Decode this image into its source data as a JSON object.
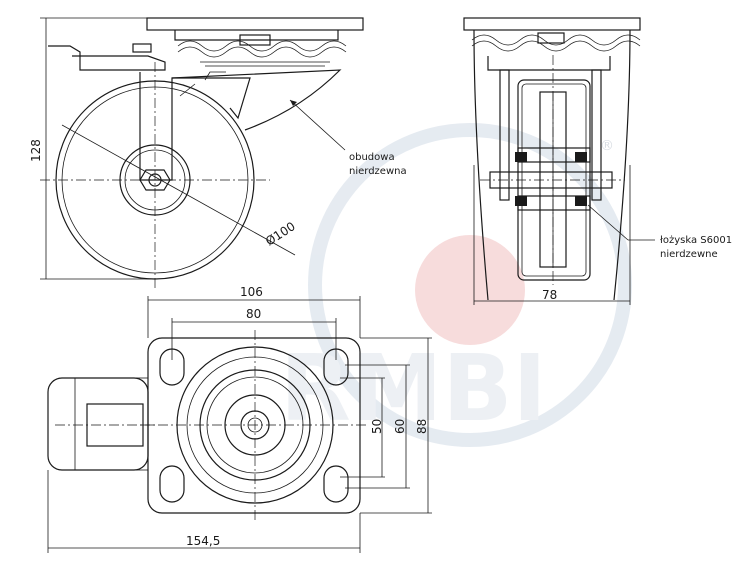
{
  "dimensions": {
    "height": "128",
    "wheel_diameter": "Ø100",
    "width_side": "78",
    "plate_width": "106",
    "hole_spacing_x": "80",
    "hole_spacing_y": "50",
    "inner_y": "60",
    "plate_height": "88",
    "total_length": "154,5"
  },
  "callouts": {
    "housing_line1": "obudowa",
    "housing_line2": "nierdzewna",
    "bearings_line1": "łożyska S6001",
    "bearings_line2": "nierdzewne"
  },
  "colors": {
    "line": "#1a1a1a",
    "watermark_ring": "#dfe6ee",
    "watermark_dot": "#f6d4d4"
  }
}
